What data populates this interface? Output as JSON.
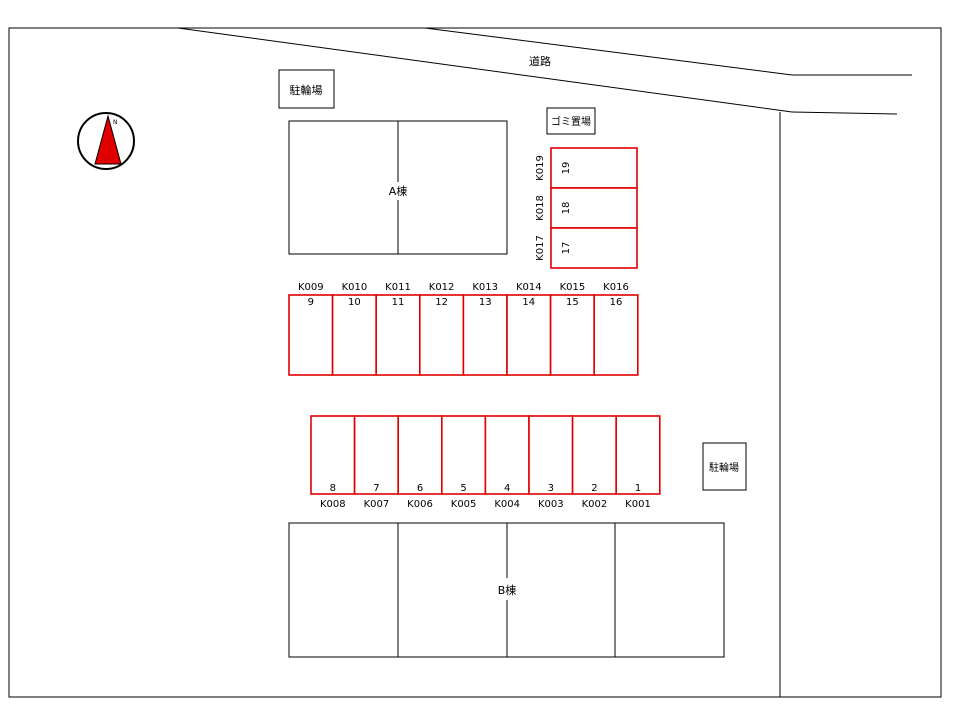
{
  "road_label": "道路",
  "buildings": {
    "a": "A棟",
    "b": "B棟"
  },
  "facilities": {
    "bike_parking_top": "駐輪場",
    "bike_parking_right": "駐輪場",
    "garbage": "ゴミ置場"
  },
  "compass": {
    "north_label": "N",
    "arrow_color": "#e00000"
  },
  "colors": {
    "stall_border": "#e00000",
    "lines": "#000000"
  },
  "parking": {
    "top_row": [
      {
        "num": "9",
        "code": "K009"
      },
      {
        "num": "10",
        "code": "K010"
      },
      {
        "num": "11",
        "code": "K011"
      },
      {
        "num": "12",
        "code": "K012"
      },
      {
        "num": "13",
        "code": "K013"
      },
      {
        "num": "14",
        "code": "K014"
      },
      {
        "num": "15",
        "code": "K015"
      },
      {
        "num": "16",
        "code": "K016"
      }
    ],
    "bottom_row": [
      {
        "num": "8",
        "code": "K008"
      },
      {
        "num": "7",
        "code": "K007"
      },
      {
        "num": "6",
        "code": "K006"
      },
      {
        "num": "5",
        "code": "K005"
      },
      {
        "num": "4",
        "code": "K004"
      },
      {
        "num": "3",
        "code": "K003"
      },
      {
        "num": "2",
        "code": "K002"
      },
      {
        "num": "1",
        "code": "K001"
      }
    ],
    "side_column": [
      {
        "num": "19",
        "code": "K019"
      },
      {
        "num": "18",
        "code": "K018"
      },
      {
        "num": "17",
        "code": "K017"
      }
    ]
  }
}
